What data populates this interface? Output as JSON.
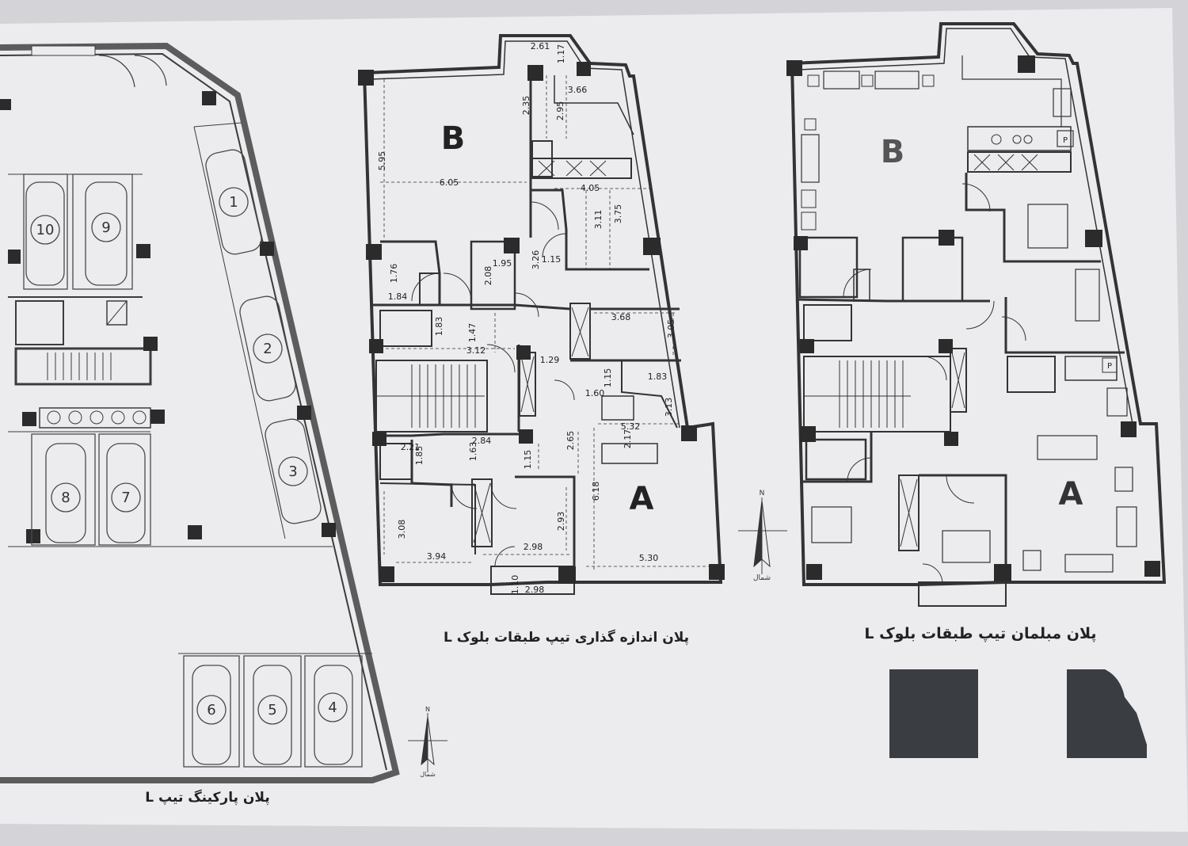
{
  "parking": {
    "title": "پلان پارکینگ تیپ L",
    "spaces": [
      "1",
      "2",
      "3",
      "4",
      "5",
      "6",
      "7",
      "8",
      "9",
      "10"
    ]
  },
  "dimension_plan": {
    "title": "پلان اندازه گذاری تیپ طبقات بلوک L",
    "unit_b": "B",
    "unit_a": "A",
    "dims": [
      "2.61",
      "1.17",
      "3.66",
      "2.35",
      "2.95",
      "5.95",
      "6.05",
      "4.05",
      "3.11",
      "3.75",
      "1.95",
      "3.26",
      "1.15",
      "2.08",
      "1.76",
      "1.84",
      "1.83",
      "1.47",
      "3.12",
      "3.68",
      "3.05",
      "1.29",
      "1.15",
      "1.83",
      "1.60",
      "3.13",
      "5.32",
      "2.17",
      "2.65",
      "2.21",
      "2.84",
      "1.85",
      "1.63",
      "1.15",
      "6.18",
      "3.08",
      "2.93",
      "3.94",
      "2.98",
      "5.30",
      "1.10",
      "2.98"
    ]
  },
  "furniture_plan": {
    "title": "پلان مبلمان تیپ طبقات بلوک L",
    "unit_b": "B",
    "unit_a": "A",
    "parking_tag": "P"
  },
  "north_arrow": {
    "letter": "N",
    "label": "شمال"
  },
  "colors": {
    "paper": "#eeeef0",
    "line": "#333333",
    "column": "#2b2b2b",
    "swatch": "#3a3d42"
  }
}
